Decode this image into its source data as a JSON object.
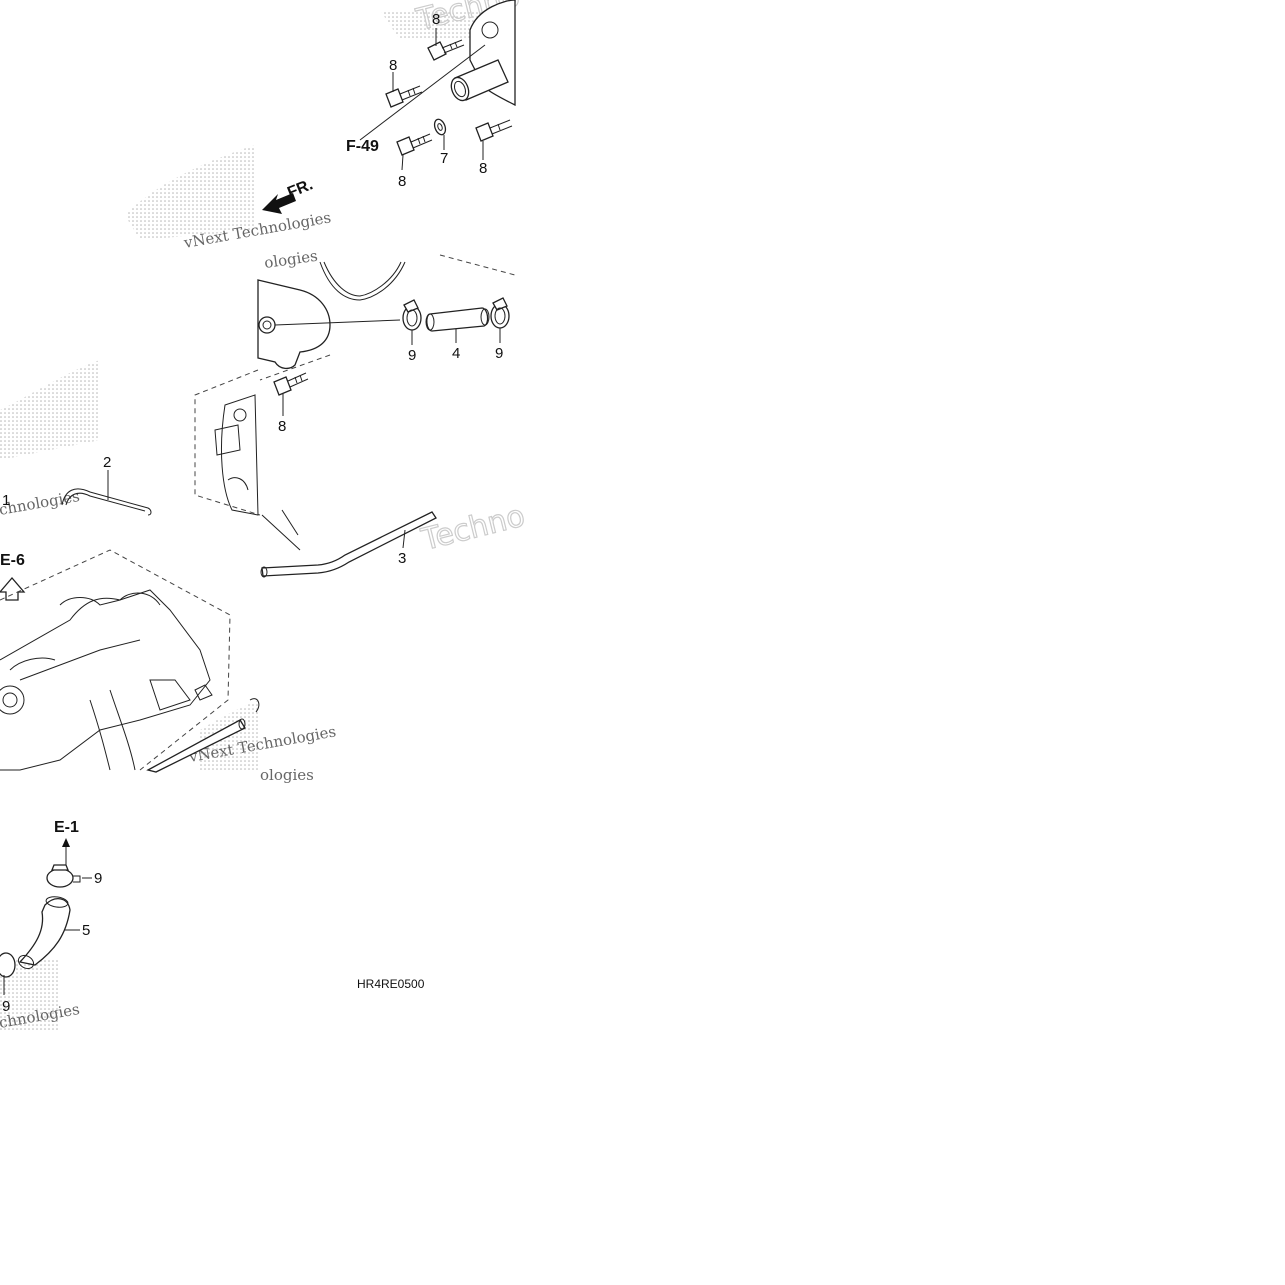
{
  "diagram": {
    "drawing_code": "HR4RE0500",
    "direction_label": "FR.",
    "references": [
      "F-49",
      "E-6",
      "E-1"
    ],
    "callouts": {
      "c2": "2",
      "c3": "3",
      "c4": "4",
      "c5": "5",
      "c7": "7",
      "c8a": "8",
      "c8b": "8",
      "c8c": "8",
      "c8d": "8",
      "c8e": "8",
      "c9a": "9",
      "c9b": "9",
      "c9c": "9",
      "c9d": "9",
      "c1": "1"
    },
    "watermark": {
      "line1": "vNext Technologies",
      "fragment_a": "Technologies",
      "fragment_b": "chnologies",
      "fragment_c": "Techno",
      "fragment_d": "ologies"
    }
  }
}
